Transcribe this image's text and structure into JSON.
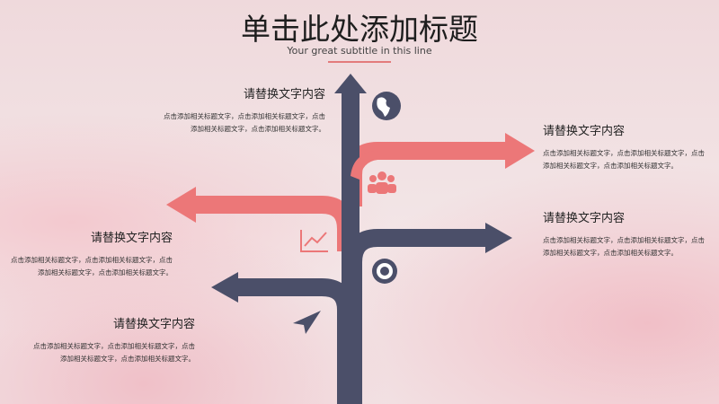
{
  "slide": {
    "title": "单击此处添加标题",
    "subtitle": "Your great subtitle in this line",
    "blocks": [
      {
        "heading": "请替换文字内容",
        "body": "点击添加相关标题文字，点击添加相关标题文字，点击添加相关标题文字，点击添加相关标题文字。"
      },
      {
        "heading": "请替换文字内容",
        "body": "点击添加相关标题文字，点击添加相关标题文字，点击添加相关标题文字，点击添加相关标题文字。"
      },
      {
        "heading": "请替换文字内容",
        "body": "点击添加相关标题文字，点击添加相关标题文字，点击添加相关标题文字，点击添加相关标题文字。"
      },
      {
        "heading": "请替换文字内容",
        "body": "点击添加相关标题文字，点击添加相关标题文字，点击添加相关标题文字，点击添加相关标题文字。"
      },
      {
        "heading": "请替换文字内容",
        "body": "点击添加相关标题文字，点击添加相关标题文字，点击添加相关标题文字，点击添加相关标题文字。"
      }
    ],
    "colors": {
      "dark": "#4b4f69",
      "pink": "#ec7778"
    },
    "icons": [
      "globe-icon",
      "people-icon",
      "chart-icon",
      "lifebuoy-icon",
      "paper-plane-icon"
    ]
  }
}
